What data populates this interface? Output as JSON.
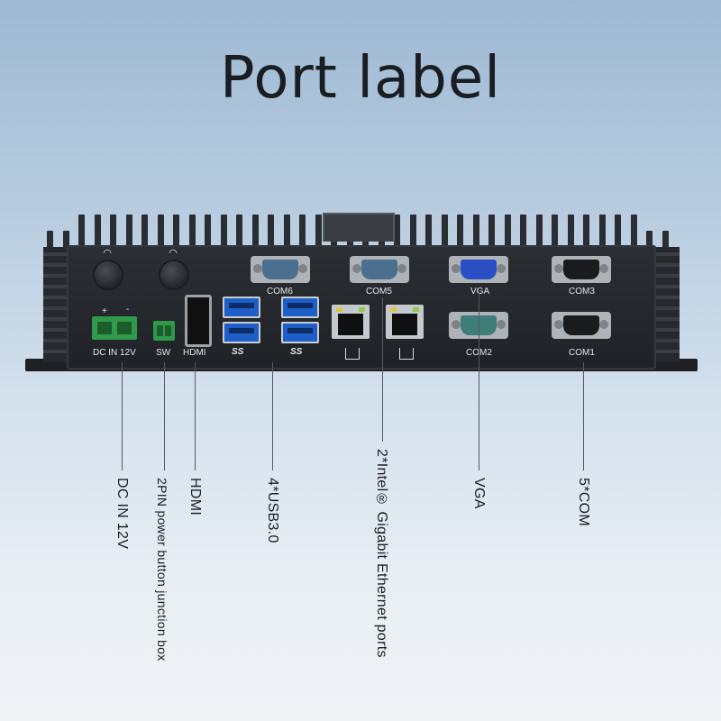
{
  "title": "Port label",
  "port_labels": {
    "dc": "DC IN 12V",
    "sw": "SW",
    "hdmi": "HDMI",
    "com6": "COM6",
    "com5": "COM5",
    "vga": "VGA",
    "com3": "COM3",
    "com2": "COM2",
    "com1": "COM1",
    "usb_logo": "SS",
    "plus": "+",
    "minus": "-"
  },
  "callouts": [
    {
      "id": "dc",
      "text": "DC IN 12V"
    },
    {
      "id": "power",
      "text": "2PIN power button junction box"
    },
    {
      "id": "hdmi",
      "text": "HDMI"
    },
    {
      "id": "usb",
      "text": "4*USB3.0"
    },
    {
      "id": "lan",
      "text": "2*Intel® Gigabit Ethernet ports"
    },
    {
      "id": "vga",
      "text": "VGA"
    },
    {
      "id": "com",
      "text": "5*COM"
    }
  ],
  "colors": {
    "usb": "#1d5fc7",
    "terminal": "#2f9a4a",
    "vga": "#2a4fc4",
    "com_blue": "#4a6f8f",
    "com_teal": "#3f7d7a"
  }
}
